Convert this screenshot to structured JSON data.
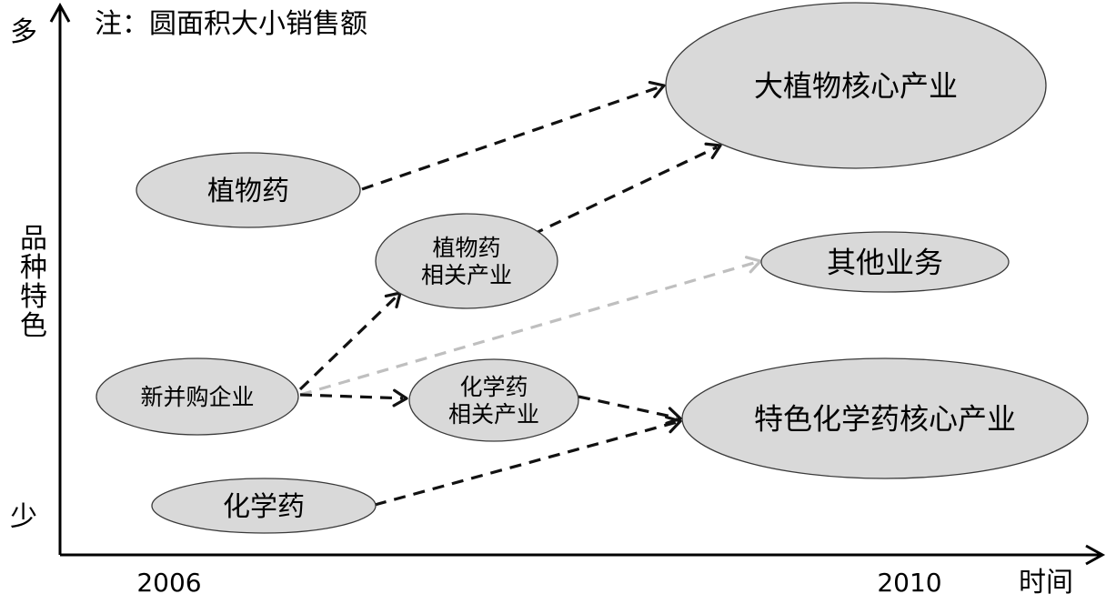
{
  "note": "注：圆面积大小销售额",
  "axes": {
    "y_top": "多",
    "y_bottom": "少",
    "y_label": [
      "品",
      "种",
      "特",
      "色"
    ],
    "x_start": "2006",
    "x_end": "2010",
    "x_label": "时间"
  },
  "nodes": {
    "plant_medicine": {
      "label": [
        "植物药"
      ]
    },
    "chemical_medicine": {
      "label": [
        "化学药"
      ]
    },
    "new_acquisition": {
      "label": [
        "新并购企业"
      ]
    },
    "plant_related": {
      "label": [
        "植物药",
        "相关产业"
      ]
    },
    "chemical_related": {
      "label": [
        "化学药",
        "相关产业"
      ]
    },
    "big_plant_core": {
      "label": [
        "大植物核心产业"
      ]
    },
    "other_business": {
      "label": [
        "其他业务"
      ]
    },
    "special_chem_core": {
      "label": [
        "特色化学药核心产业"
      ]
    }
  },
  "connections": [
    {
      "from": "plant_medicine",
      "to": "big_plant_core",
      "style": "dark"
    },
    {
      "from": "plant_related",
      "to": "big_plant_core",
      "style": "dark"
    },
    {
      "from": "new_acquisition",
      "to": "plant_related",
      "style": "dark"
    },
    {
      "from": "new_acquisition",
      "to": "other_business",
      "style": "grey"
    },
    {
      "from": "new_acquisition",
      "to": "chemical_related",
      "style": "dark"
    },
    {
      "from": "chemical_related",
      "to": "special_chem_core",
      "style": "dark"
    },
    {
      "from": "chemical_medicine",
      "to": "special_chem_core",
      "style": "dark"
    }
  ],
  "colors": {
    "node_fill": "#d9d9d9",
    "dark_arrow": "#111111",
    "grey_arrow": "#bfbfbf"
  }
}
